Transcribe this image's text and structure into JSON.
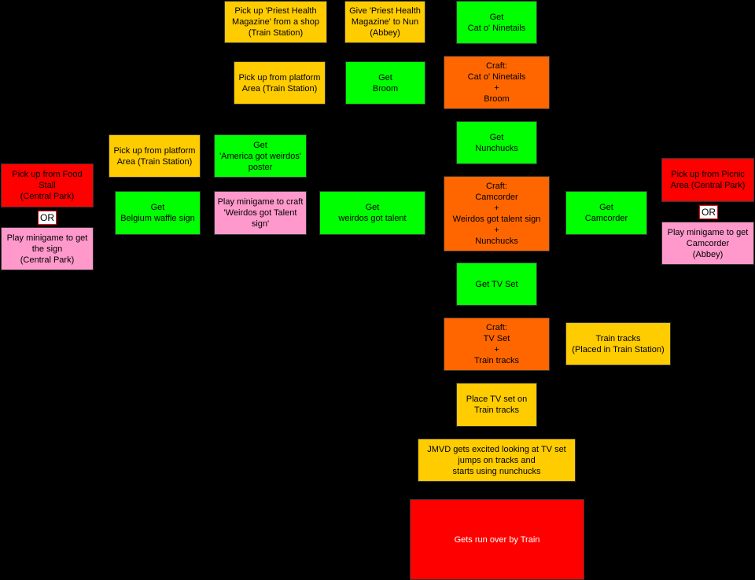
{
  "colors": {
    "yellow": "#ffcc00",
    "green": "#00ff00",
    "orange": "#ff6600",
    "red": "#ff0000",
    "pink": "#ff99cc",
    "line": "#000000"
  },
  "nodes": {
    "pickup_magazine": "Pick up 'Priest Health Magazine' from a shop (Train Station)",
    "give_magazine": "Give 'Priest Health Magazine' to Nun (Abbey)",
    "get_cat": "Get\nCat o' Ninetails",
    "pickup_broom": "Pick up from platform Area (Train Station)",
    "get_broom": "Get\nBroom",
    "craft_cat_broom": "Craft:\nCat o' Ninetails\n+\nBroom",
    "get_nunchucks": "Get\nNunchucks",
    "pickup_poster": "Pick up from platform Area (Train Station)",
    "get_poster": "Get\n'America got weirdos' poster",
    "pickup_food": "Pick up from Food Stall\n(Central Park)",
    "or_left": "OR",
    "minigame_sign": "Play minigame to get the sign\n(Central Park)",
    "get_waffle": "Get\nBelgium waffle sign",
    "minigame_craft_sign": "Play minigame to craft 'Weirdos got Talent sign'",
    "get_weirdos": "Get\nweirdos got talent",
    "craft_camcorder": "Craft:\nCamcorder\n+\nWeirdos got talent sign\n+\nNunchucks",
    "get_camcorder": "Get\nCamcorder",
    "pickup_picnic": "Pick up from Picnic Area (Central Park)",
    "or_right": "OR",
    "minigame_camcorder": "Play minigame to get Camcorder\n(Abbey)",
    "get_tv": "Get TV Set",
    "craft_tv": "Craft:\nTV Set\n+\nTrain tracks",
    "train_tracks": "Train tracks\n(Placed in Train Station)",
    "place_tv": "Place TV set on Train tracks",
    "jmvd": "JMVD gets excited looking at TV set jumps on tracks and\nstarts using nunchucks",
    "run_over": "Gets run over by Train"
  }
}
